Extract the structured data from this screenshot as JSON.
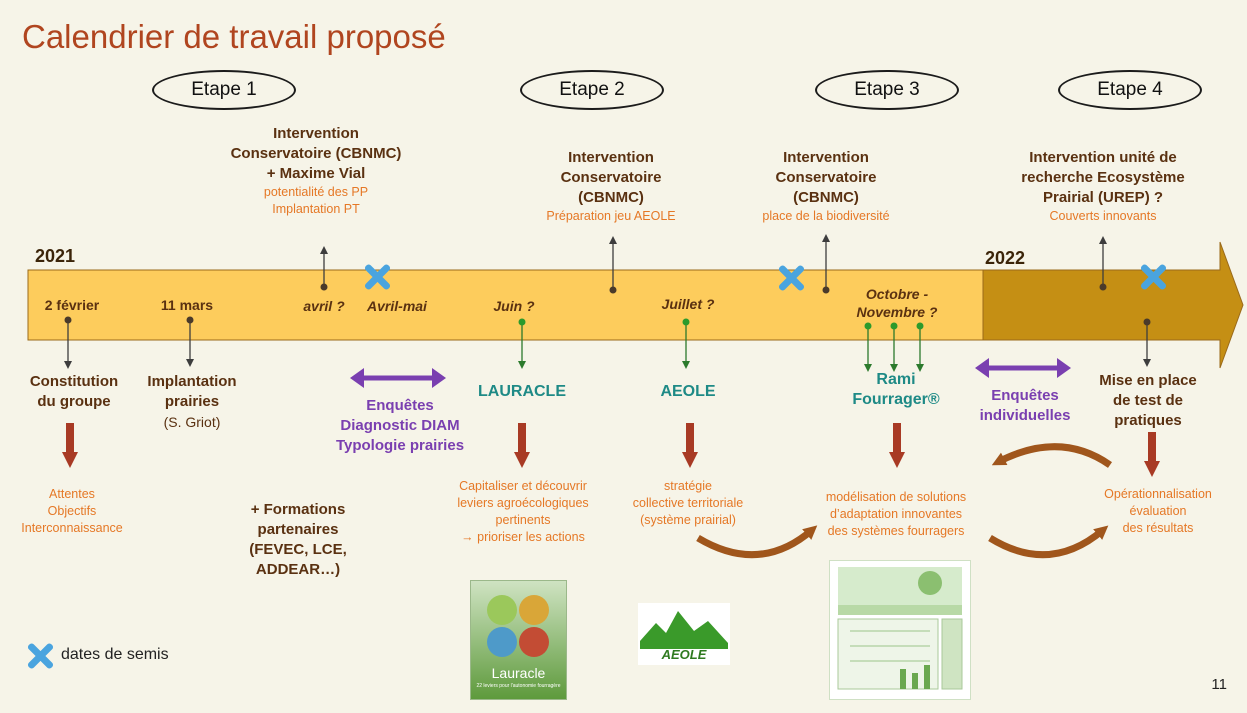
{
  "title": "Calendrier de travail proposé",
  "steps": [
    "Etape 1",
    "Etape 2",
    "Etape 3",
    "Etape 4"
  ],
  "years": {
    "start": "2021",
    "end": "2022"
  },
  "dates": {
    "feb": "2 février",
    "mar": "11 mars",
    "avril": "avril ?",
    "avrilmai": "Avril-mai",
    "juin": "Juin ?",
    "juillet": "Juillet ?",
    "octnov_1": "Octobre -",
    "octnov_2": "Novembre ?"
  },
  "interventions": {
    "i1": {
      "l1": "Intervention",
      "l2": "Conservatoire (CBNMC)",
      "l3": "+ Maxime Vial",
      "s1": "potentialité des PP",
      "s2": "Implantation PT"
    },
    "i2": {
      "l1": "Intervention",
      "l2": "Conservatoire",
      "l3": "(CBNMC)",
      "s1": "Préparation jeu AEOLE"
    },
    "i3": {
      "l1": "Intervention",
      "l2": "Conservatoire",
      "l3": "(CBNMC)",
      "s1": "place de la biodiversité"
    },
    "i4": {
      "l1": "Intervention unité de",
      "l2": "recherche Ecosystème",
      "l3": "Prairial (UREP) ?",
      "s1": "Couverts innovants"
    }
  },
  "below": {
    "constitution": {
      "l1": "Constitution",
      "l2": "du groupe"
    },
    "implantation": {
      "l1": "Implantation",
      "l2": "prairies",
      "l3": "(S. Griot)"
    },
    "enquetes1": {
      "l1": "Enquêtes",
      "l2": "Diagnostic DIAM",
      "l3": "Typologie prairies"
    },
    "lauracle": "LAURACLE",
    "aeole": "AEOLE",
    "rami": {
      "l1": "Rami",
      "l2": "Fourrager®"
    },
    "enquetes2": {
      "l1": "Enquêtes",
      "l2": "individuelles"
    },
    "mise": {
      "l1": "Mise en place",
      "l2": "de test de",
      "l3": "pratiques"
    }
  },
  "outcomes": {
    "attentes": [
      "Attentes",
      "Objectifs",
      "Interconnaissance"
    ],
    "formations": [
      "+ Formations",
      "partenaires",
      "(FEVEC, LCE,",
      "ADDEAR…)"
    ],
    "capitaliser": [
      "Capitaliser et découvrir",
      "leviers agroécologiques",
      "pertinents",
      "→ prioriser les actions"
    ],
    "strategie": [
      "stratégie",
      "collective territoriale",
      "(système prairial)"
    ],
    "modelisation": [
      "modélisation de solutions",
      "d’adaptation innovantes",
      "des systèmes fourragers"
    ],
    "operation": [
      "Opérationnalisation",
      "évaluation",
      "des résultats"
    ]
  },
  "images": {
    "lauracle_cover": "Lauracle",
    "lauracle_sub": "22 leviers pour l'autonomie fourragère",
    "aeole_logo": "AEOLE"
  },
  "legend": "dates de semis",
  "page_number": "11",
  "colors": {
    "background": "#f6f4e8",
    "timeline_2021": "#fdcc5c",
    "timeline_2022": "#c58f14",
    "title": "#b0451f",
    "brown_text": "#5a3111",
    "orange_text": "#e57826",
    "purple": "#7a3fb0",
    "teal": "#1e8a86",
    "red_arrow": "#a83a24",
    "seed_cross": "#4aa4df"
  }
}
